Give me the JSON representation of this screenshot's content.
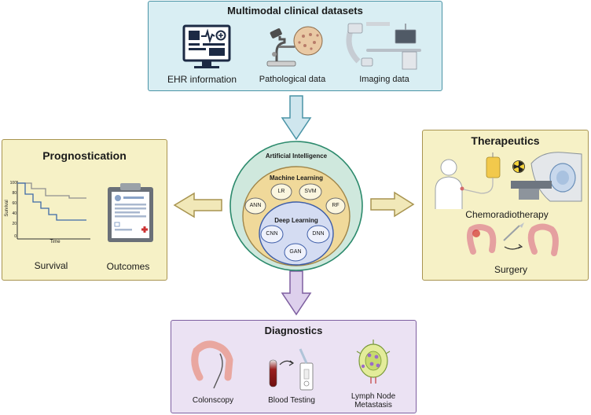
{
  "top": {
    "title": "Multimodal clinical datasets",
    "items": [
      "EHR information",
      "Pathological data",
      "Imaging data"
    ]
  },
  "left": {
    "title": "Prognostication",
    "survival_label": "Survival",
    "outcomes_label": "Outcomes",
    "chart": {
      "ylabel": "Survival",
      "xlabel": "Time",
      "yticks": [
        "100",
        "80",
        "60",
        "40",
        "20",
        "0"
      ]
    }
  },
  "right": {
    "title": "Therapeutics",
    "chemo_label": "Chemoradiotherapy",
    "surgery_label": "Surgery"
  },
  "bottom": {
    "title": "Diagnostics",
    "items": [
      "Colonscopy",
      "Blood Testing"
    ],
    "lymph_line1": "Lymph Node",
    "lymph_line2": "Metastasis"
  },
  "center": {
    "ai": "Artificial Intelligence",
    "ml": "Machine Learning",
    "dl": "Deep Learning",
    "ml_models": [
      "LR",
      "SVM",
      "ANN",
      "RF"
    ],
    "dl_models": [
      "CNN",
      "DNN",
      "GAN"
    ]
  },
  "colors": {
    "top_fill": "#d9eef3",
    "top_border": "#4a94a6",
    "side_fill": "#f6f1c6",
    "side_border": "#a89450",
    "bottom_fill": "#ebe2f3",
    "bottom_border": "#7e5fa0",
    "ai_circle": "#cfe8dd",
    "ml_circle": "#f0d99a",
    "dl_circle": "#d4dcf2"
  }
}
